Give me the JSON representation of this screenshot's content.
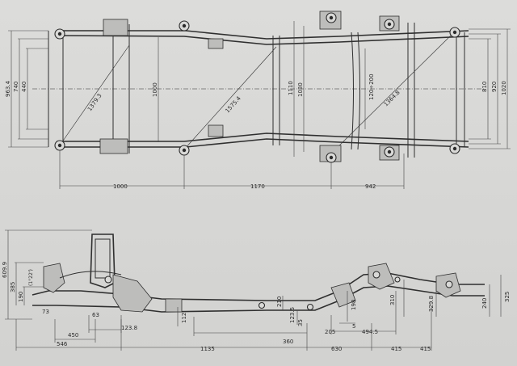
{
  "plan_view": {
    "length_dims": [
      "1000",
      "1170",
      "942"
    ],
    "left_width_dims": [
      "963.4",
      "740",
      "440"
    ],
    "right_width_dims": [
      "810",
      "920",
      "1020"
    ],
    "mid_width_dims": [
      "1110",
      "1030",
      "1000"
    ],
    "diagonals": [
      "1379.3",
      "1575.4",
      "1364.8"
    ],
    "rail_gap": "120÷200"
  },
  "side_view": {
    "bottom_dims_row1": [
      "1135",
      "630",
      "415",
      "415"
    ],
    "bottom_dims_row0": [
      "546"
    ],
    "lower_dims": [
      "450",
      "123.8",
      "360",
      "205",
      "494.5"
    ],
    "height_dims_left": [
      "609.9",
      "385",
      "190"
    ],
    "note_left": "(1°22')",
    "misc_dims": [
      "73",
      "63",
      "112",
      "210",
      "123.5",
      "35",
      "5",
      "198",
      "310",
      "329.8",
      "240",
      "325"
    ]
  }
}
